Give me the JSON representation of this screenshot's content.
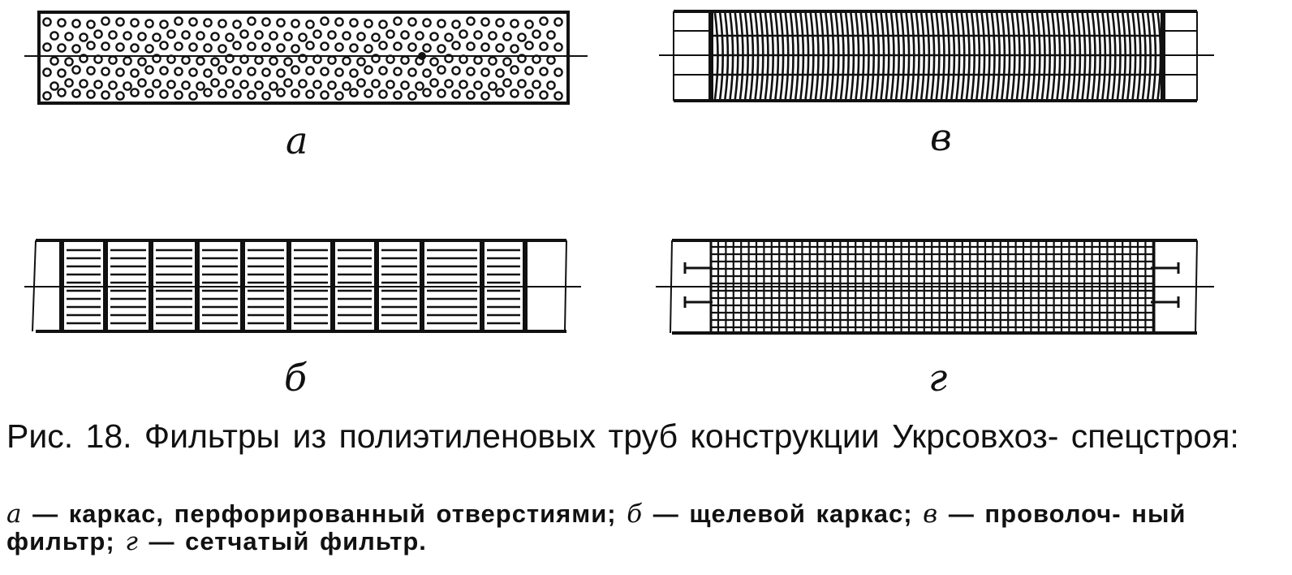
{
  "figure": {
    "panels": [
      {
        "id": "a",
        "label": "a",
        "kind": "perforated-frame"
      },
      {
        "id": "b",
        "label": "б",
        "kind": "slotted-frame"
      },
      {
        "id": "v",
        "label": "в",
        "kind": "wire-filter"
      },
      {
        "id": "g",
        "label": "г",
        "kind": "mesh-filter"
      }
    ],
    "caption_title": "Рис. 18. Фильтры из полиэтиленовых труб конструкции Укрсовхоз- спецстроя:",
    "caption_legend": [
      {
        "letter": "а",
        "text": " — каркас, перфорированный отверстиями; "
      },
      {
        "letter": "б",
        "text": " — щелевой каркас; "
      },
      {
        "letter": "в",
        "text": " — проволоч- ный фильтр; "
      },
      {
        "letter": "г",
        "text": " — сетчатый фильтр."
      }
    ],
    "colors": {
      "ink": "#111111",
      "paper": "#ffffff"
    }
  }
}
